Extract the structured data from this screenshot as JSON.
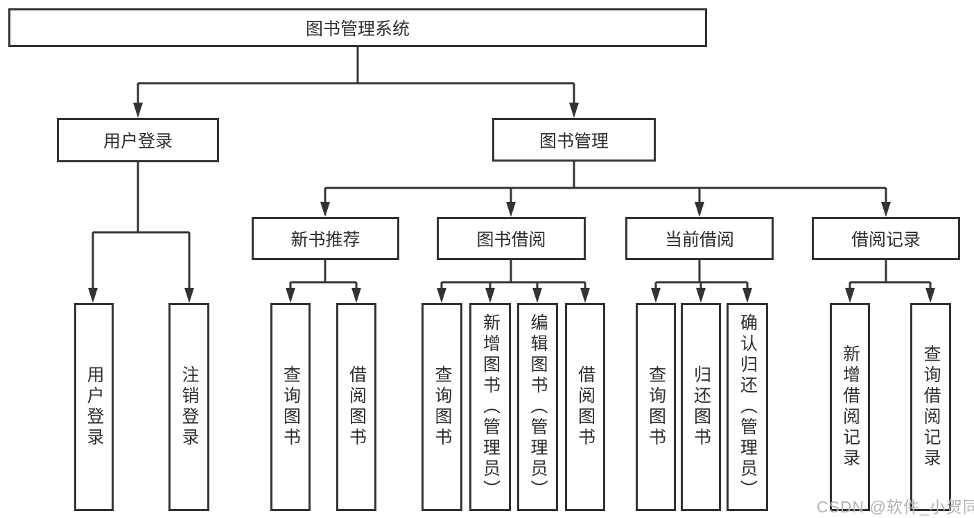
{
  "diagram": {
    "root": "图书管理系统",
    "branches": [
      {
        "label": "用户登录",
        "children": [
          "用户登录",
          "注销登录"
        ]
      },
      {
        "label": "图书管理",
        "children": [
          {
            "label": "新书推荐",
            "children": [
              "查询图书",
              "借阅图书"
            ]
          },
          {
            "label": "图书借阅",
            "children": [
              "查询图书",
              "新增图书（管理员）",
              "编辑图书（管理员）",
              "借阅图书"
            ]
          },
          {
            "label": "当前借阅",
            "children": [
              "查询图书",
              "归还图书",
              "确认归还（管理员）"
            ]
          },
          {
            "label": "借阅记录",
            "children": [
              "新增借阅记录",
              "查询借阅记录"
            ]
          }
        ]
      }
    ],
    "watermark": "CSDN @软件_小贺同学",
    "colors": {
      "line": "#333333",
      "text": "#2e2e2e",
      "watermark": "#b3b3b3",
      "background": "#ffffff"
    }
  }
}
